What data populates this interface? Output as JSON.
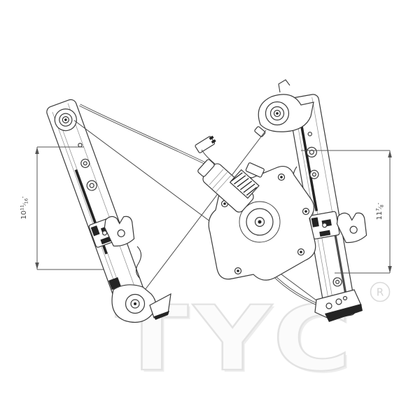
{
  "drawing": {
    "dimensions": {
      "left": {
        "whole": "10",
        "numerator": "11",
        "denominator": "16",
        "unit": "″",
        "full_label": "10 11/16″"
      },
      "right": {
        "whole": "11",
        "numerator": "7",
        "denominator": "8",
        "unit": "″",
        "full_label": "11 7/8″"
      }
    },
    "watermark": {
      "logo_text": "TYC",
      "registered_mark": "R"
    },
    "colors": {
      "background": "#ffffff",
      "line_art": "#3a3a3a",
      "dark_fill": "#242424",
      "dimension_line": "#555555",
      "watermark_fill": "#fbfbfb",
      "watermark_outline": "#e2e2e2"
    }
  }
}
